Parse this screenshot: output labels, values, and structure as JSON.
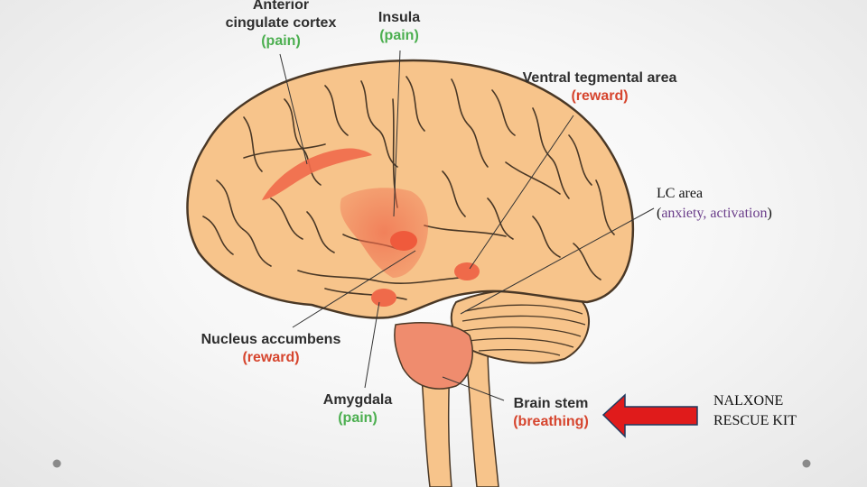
{
  "labels": {
    "acc": {
      "name": "Anterior cingulate cortex",
      "line1": "Anterior",
      "line2": "cingulate cortex",
      "role": "(pain)"
    },
    "insula": {
      "name": "Insula",
      "role": "(pain)"
    },
    "vta": {
      "name": "Ventral tegmental area",
      "role": "(reward)"
    },
    "nacc": {
      "name": "Nucleus accumbens",
      "role": "(reward)"
    },
    "amygdala": {
      "name": "Amygdala",
      "role": "(pain)"
    },
    "brainstem": {
      "name": "Brain stem",
      "role": "(breathing)"
    }
  },
  "lc": {
    "title": "LC area",
    "open": "(",
    "roles": "anxiety, activation",
    "close": ")"
  },
  "rescue": {
    "line1": "NALXONE",
    "line2": "RESCUE KIT"
  },
  "colors": {
    "brain": "#f7c48b",
    "brain_outline": "#4a3826",
    "highlight": "#ef6a4a",
    "pain_label": "#4caf50",
    "reward_label": "#d6452e",
    "arrow": "#e01b1b",
    "lc_roles": "#6a3d8a"
  },
  "icons": {
    "arrow": "left-arrow-icon",
    "bullet": "dot-icon"
  }
}
